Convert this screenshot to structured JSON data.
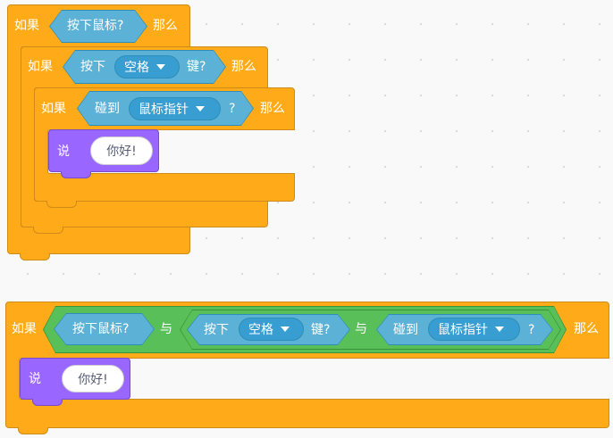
{
  "script1": {
    "if1": {
      "kw_if": "如果",
      "kw_then": "那么",
      "cond": {
        "label": "按下鼠标?"
      }
    },
    "if2": {
      "kw_if": "如果",
      "kw_then": "那么",
      "cond": {
        "prefix": "按下",
        "dropdown": "空格",
        "suffix": "键?"
      }
    },
    "if3": {
      "kw_if": "如果",
      "kw_then": "那么",
      "cond": {
        "prefix": "碰到",
        "dropdown": "鼠标指针",
        "suffix": "?"
      }
    },
    "say": {
      "kw": "说",
      "text": "你好!"
    }
  },
  "script2": {
    "if": {
      "kw_if": "如果",
      "kw_then": "那么",
      "cond_a": {
        "label": "按下鼠标?"
      },
      "and1": "与",
      "cond_b": {
        "prefix": "按下",
        "dropdown": "空格",
        "suffix": "键?"
      },
      "and2": "与",
      "cond_c": {
        "prefix": "碰到",
        "dropdown": "鼠标指针",
        "suffix": "?"
      }
    },
    "say": {
      "kw": "说",
      "text": "你好!"
    }
  },
  "colors": {
    "control": "#ffab19",
    "sensing": "#5cb1d6",
    "operators": "#59c059",
    "looks": "#9966ff",
    "dropdown": "#389dd0"
  }
}
